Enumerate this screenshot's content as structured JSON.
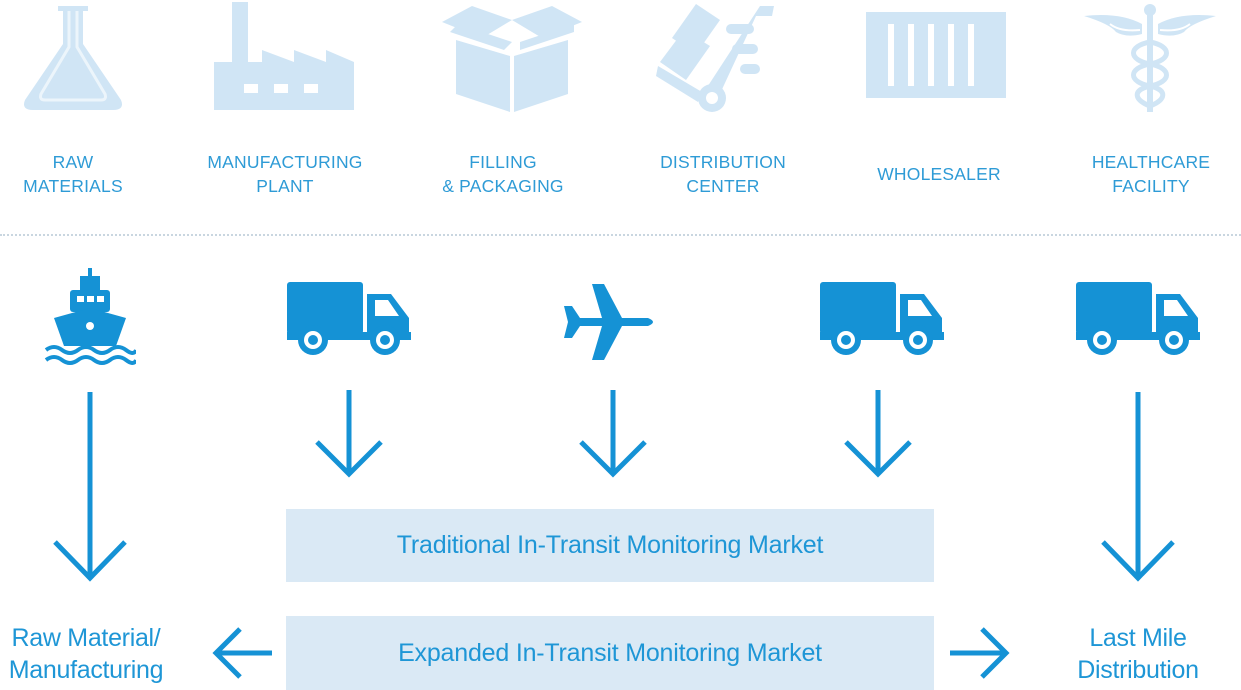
{
  "colors": {
    "light_icon": "#d0e5f5",
    "dark_icon": "#1592d5",
    "label_text": "#2e9bd6",
    "box_fill": "#dae9f5",
    "divider": "#c9d6e0"
  },
  "stages": [
    {
      "icon": "flask-icon",
      "line1": "RAW",
      "line2": "MATERIALS"
    },
    {
      "icon": "factory-icon",
      "line1": "MANUFACTURING",
      "line2": "PLANT"
    },
    {
      "icon": "open-box-icon",
      "line1": "FILLING",
      "line2": "& PACKAGING"
    },
    {
      "icon": "hand-truck-icon",
      "line1": "DISTRIBUTION",
      "line2": "CENTER"
    },
    {
      "icon": "shipping-container-icon",
      "line1": "WHOLESALER",
      "line2": ""
    },
    {
      "icon": "caduceus-icon",
      "line1": "HEALTHCARE",
      "line2": "FACILITY"
    }
  ],
  "transport": [
    "ship-icon",
    "truck-icon",
    "airplane-icon",
    "truck-icon",
    "truck-icon"
  ],
  "boxes": {
    "traditional": "Traditional In-Transit Monitoring Market",
    "expanded": "Expanded In-Transit Monitoring Market"
  },
  "endpoints": {
    "left": {
      "line1": "Raw Material/",
      "line2": "Manufacturing"
    },
    "right": {
      "line1": "Last Mile",
      "line2": "Distribution"
    }
  }
}
